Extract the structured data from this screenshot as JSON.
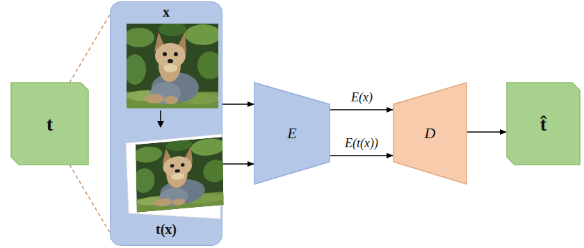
{
  "diagram": {
    "nodes": [
      {
        "text": [
          "t"
        ]
      },
      {
        "text": [
          "x",
          "t(x)"
        ]
      },
      {
        "text": [
          "E"
        ]
      },
      {
        "text": [
          "D"
        ]
      },
      {
        "text": [
          "t̂"
        ]
      }
    ],
    "edges": [
      {
        "from": 0,
        "to": 1,
        "arrow": "none"
      },
      {
        "from": 0,
        "to": 1,
        "arrow": "none"
      },
      {
        "from": 1,
        "to": 2,
        "arrow": "to"
      },
      {
        "from": 1,
        "to": 2,
        "arrow": "to"
      },
      {
        "from": 2,
        "to": 3,
        "label": "E(x)",
        "arrow": "to"
      },
      {
        "from": 2,
        "to": 3,
        "label": "E(t(x))",
        "arrow": "to"
      },
      {
        "from": 3,
        "to": 4,
        "arrow": "to"
      }
    ]
  }
}
